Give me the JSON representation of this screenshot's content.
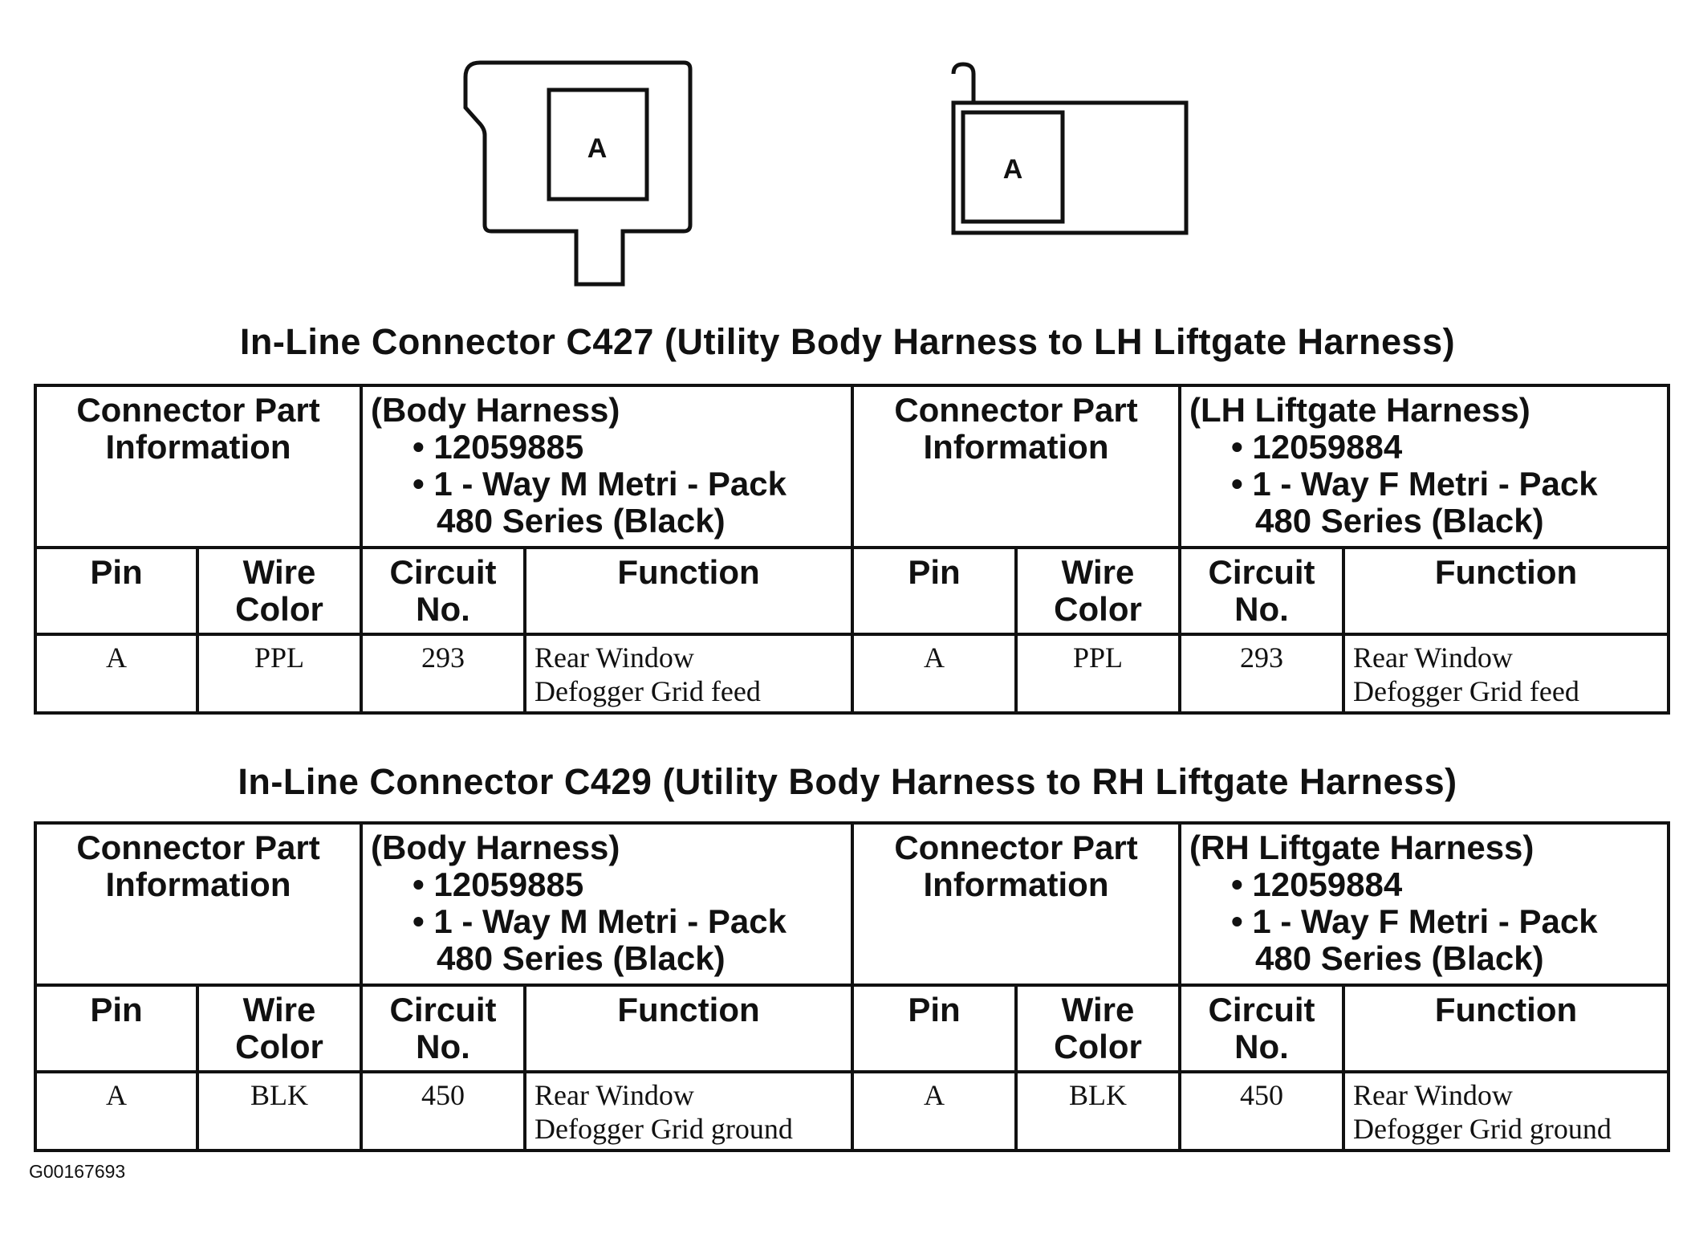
{
  "connector_icons": [
    {
      "label": "A"
    },
    {
      "label": "A"
    }
  ],
  "headers": {
    "connector_part_info": "Connector Part Information",
    "pin": "Pin",
    "wire_color": "Wire Color",
    "circuit_no": "Circuit No.",
    "function": "Function"
  },
  "connectors": [
    {
      "title": "In-Line Connector C427 (Utility Body Harness to LH Liftgate Harness)",
      "left": {
        "harness": "(Body Harness)",
        "part_no": "• 12059885",
        "type_line1": "• 1 - Way M Metri - Pack",
        "type_line2": "480 Series (Black)"
      },
      "right": {
        "harness": "(LH Liftgate Harness)",
        "part_no": "• 12059884",
        "type_line1": "• 1 - Way F Metri - Pack",
        "type_line2": "480 Series (Black)"
      },
      "row": {
        "pin": "A",
        "wire": "PPL",
        "circuit": "293",
        "function_line1": "Rear Window",
        "function_line2": "Defogger Grid feed"
      }
    },
    {
      "title": "In-Line Connector C429 (Utility Body Harness to RH Liftgate Harness)",
      "left": {
        "harness": "(Body Harness)",
        "part_no": "• 12059885",
        "type_line1": "• 1 - Way M Metri - Pack",
        "type_line2": "480 Series (Black)"
      },
      "right": {
        "harness": "(RH Liftgate Harness)",
        "part_no": "• 12059884",
        "type_line1": "• 1 - Way F Metri - Pack",
        "type_line2": "480 Series (Black)"
      },
      "row": {
        "pin": "A",
        "wire": "BLK",
        "circuit": "450",
        "function_line1": "Rear Window",
        "function_line2": "Defogger Grid ground"
      }
    }
  ],
  "figure_code": "G00167693"
}
